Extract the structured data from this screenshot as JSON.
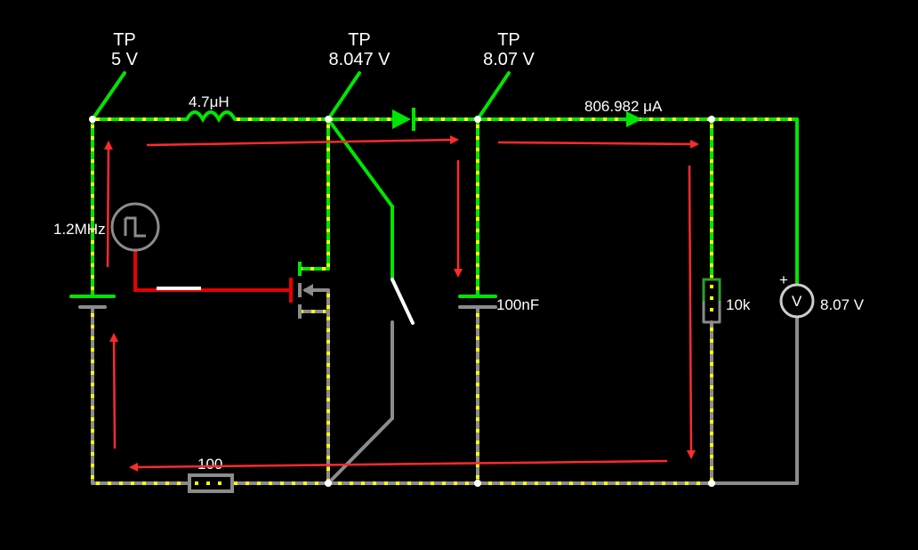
{
  "probes": [
    {
      "title": "TP",
      "value": "5 V"
    },
    {
      "title": "TP",
      "value": "8.047 V"
    },
    {
      "title": "TP",
      "value": "8.07 V"
    }
  ],
  "components": {
    "inductor_label": "4.7μH",
    "current_label": "806.982 μA",
    "clock_label": "1.2MHz",
    "capacitor_label": "100nF",
    "load_resistor_label": "10k",
    "sense_resistor_label": "100",
    "voltmeter_symbol": "V",
    "voltmeter_plus": "+",
    "voltmeter_reading": "8.07 V"
  },
  "colors": {
    "wire_high": "#00e600",
    "wire_low": "#8c8c8c",
    "wire_signal": "#e60000",
    "current_dots": "#ffff00",
    "flow_arrow": "#ff2a2a"
  }
}
